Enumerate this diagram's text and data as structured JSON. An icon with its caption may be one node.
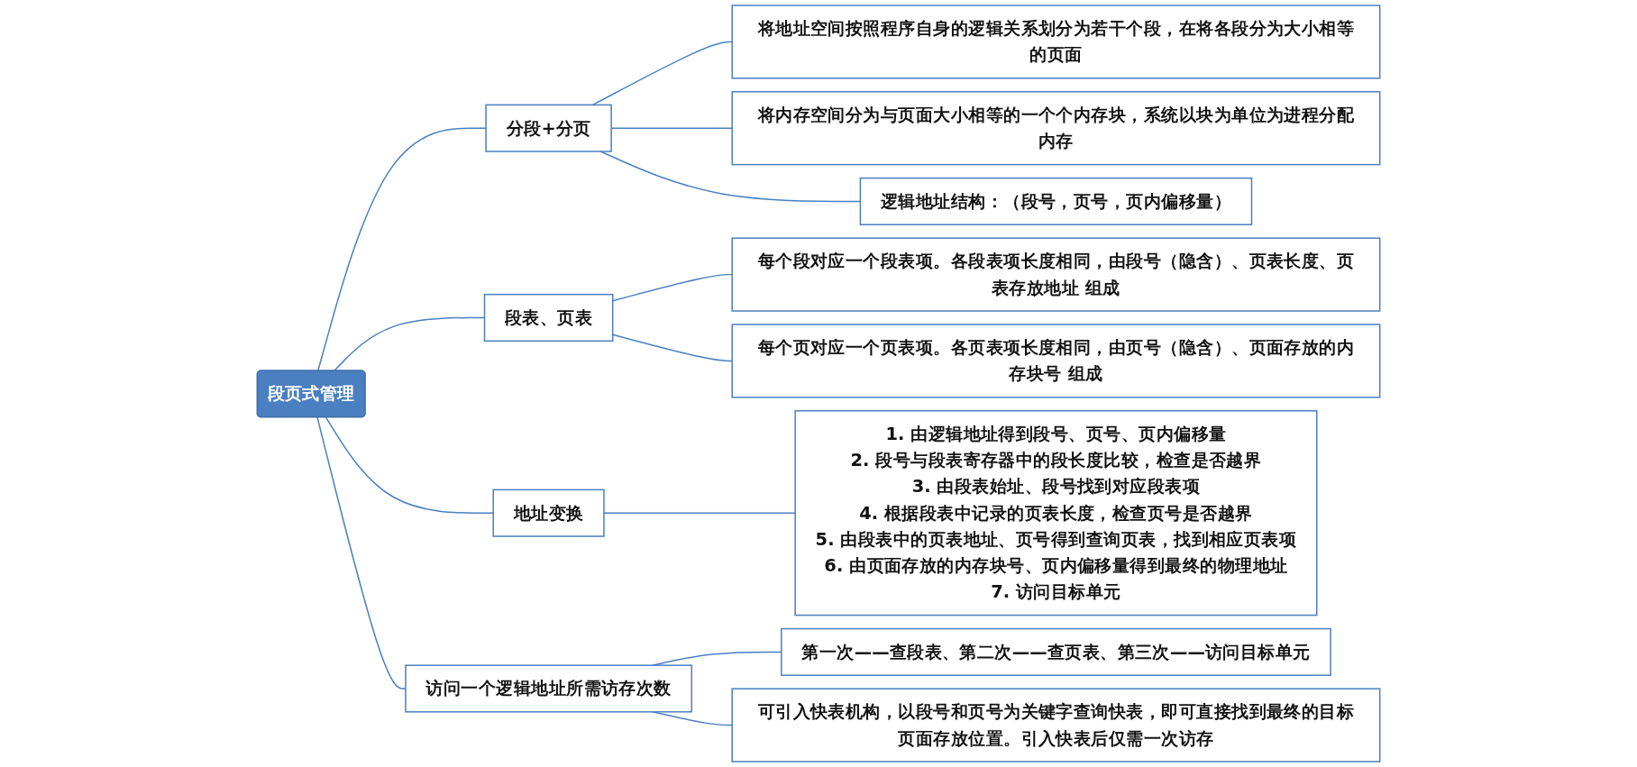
{
  "diagram": {
    "nodes": [
      {
        "text": [
          "段页式管理"
        ]
      },
      {
        "text": [
          "分段+分页"
        ]
      },
      {
        "text": [
          "将地址空间按照程序自身的逻辑关系划分为若干个段，在将各段分为大小相等的页面"
        ]
      },
      {
        "text": [
          "将内存空间分为与页面大小相等的一个个内存块，系统以块为单位为进程分配内存"
        ]
      },
      {
        "text": [
          "逻辑地址结构：（段号，页号，页内偏移量）"
        ]
      },
      {
        "text": [
          "段表、页表"
        ]
      },
      {
        "text": [
          "每个段对应一个段表项。各段表项长度相同，由段号（隐含）、页表长度、页表存放地址 组成"
        ]
      },
      {
        "text": [
          "每个页对应一个页表项。各页表项长度相同，由页号（隐含）、页面存放的内存块号 组成"
        ]
      },
      {
        "text": [
          "地址变换"
        ]
      },
      {
        "text": [
          "1. 由逻辑地址得到段号、页号、页内偏移量",
          "2. 段号与段表寄存器中的段长度比较，检查是否越界",
          "3. 由段表始址、段号找到对应段表项",
          "4. 根据段表中记录的页表长度，检查页号是否越界",
          "5. 由段表中的页表地址、页号得到查询页表，找到相应页表项",
          "6. 由页面存放的内存块号、页内偏移量得到最终的物理地址",
          "7. 访问目标单元"
        ]
      },
      {
        "text": [
          "访问一个逻辑地址所需访存次数"
        ]
      },
      {
        "text": [
          "第一次——查段表、第二次——查页表、第三次——访问目标单元"
        ]
      },
      {
        "text": [
          "可引入快表机构，以段号和页号为关键字查询快表，即可直接找到最终的目标页面存放位置。引入快表后仅需一次访存"
        ]
      }
    ],
    "edges": [
      {
        "from": 0,
        "to": 1,
        "arrow": "none"
      },
      {
        "from": 0,
        "to": 5,
        "arrow": "none"
      },
      {
        "from": 0,
        "to": 8,
        "arrow": "none"
      },
      {
        "from": 0,
        "to": 10,
        "arrow": "none"
      },
      {
        "from": 1,
        "to": 2,
        "arrow": "none"
      },
      {
        "from": 1,
        "to": 3,
        "arrow": "none"
      },
      {
        "from": 1,
        "to": 4,
        "arrow": "none"
      },
      {
        "from": 5,
        "to": 6,
        "arrow": "none"
      },
      {
        "from": 5,
        "to": 7,
        "arrow": "none"
      },
      {
        "from": 8,
        "to": 9,
        "arrow": "none"
      },
      {
        "from": 10,
        "to": 11,
        "arrow": "none"
      },
      {
        "from": 10,
        "to": 12,
        "arrow": "none"
      }
    ]
  }
}
